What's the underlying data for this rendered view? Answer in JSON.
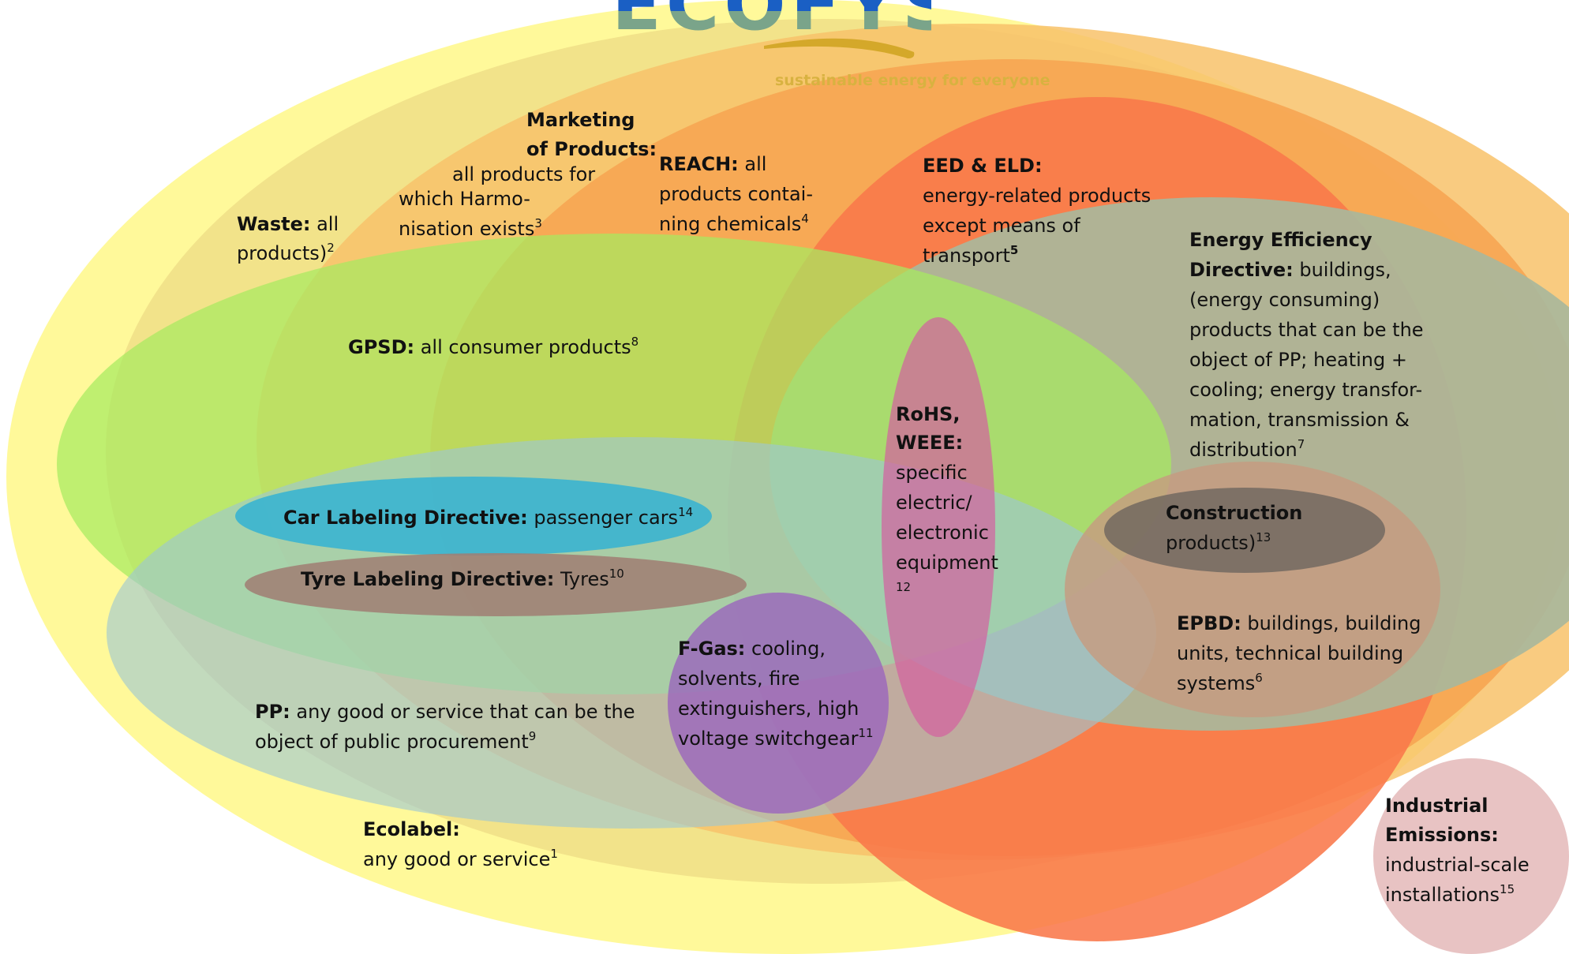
{
  "logo": {
    "name": "ECOFYS",
    "tagline": "sustainable energy for everyone",
    "colors": {
      "top": "#1a5fc4",
      "bottom": "#7aa48a",
      "swoosh": "#d4a82a",
      "tagline": "#d8b240"
    }
  },
  "regions": {
    "ecolabel": {
      "bold": "Ecolabel:",
      "lines": [
        "any good or service"
      ],
      "note": "1",
      "color": "#fff99a"
    },
    "waste": {
      "bold": "Waste:",
      "first": " all",
      "lines": [
        "products)"
      ],
      "note": "2",
      "color": "#f3e488"
    },
    "marketing": {
      "bold_lines": [
        "Marketing",
        "of Products:"
      ],
      "lines": [
        "all products for",
        "which Harmo-",
        "nisation exists"
      ],
      "note": "3",
      "color": "#f7c56c"
    },
    "reach": {
      "bold": "REACH:",
      "first": "  all",
      "lines": [
        "products contai-",
        "ning chemicals"
      ],
      "note": "4",
      "color": "#f6ac58"
    },
    "eed_eld": {
      "bold": "EED & ELD:",
      "lines": [
        "energy-related products",
        "except means of",
        "transport"
      ],
      "note": "5",
      "color": "#f8804a"
    },
    "energy_efficiency": {
      "bold_lines": [
        "Energy Efficiency",
        "Directive:"
      ],
      "first": " buildings,",
      "lines": [
        "(energy consuming)",
        "products that can be the",
        "object of PP; heating +",
        "cooling; energy transfor-",
        "mation, transmission &",
        "distribution"
      ],
      "note": "7",
      "color": "#a8b497"
    },
    "gpsd": {
      "bold": "GPSD:",
      "first": " all consumer products",
      "note": "8",
      "color": "#a6e866"
    },
    "rohs_weee": {
      "bold_lines": [
        "RoHS,",
        "WEEE:"
      ],
      "lines": [
        "specific",
        "electric/",
        "electronic",
        "equipment"
      ],
      "note": "12",
      "color": "#cf6fa0"
    },
    "car_labeling": {
      "bold": "Car Labeling Directive:",
      "first": " passenger cars",
      "note": "14",
      "color": "#38b6cf"
    },
    "tyre_labeling": {
      "bold": "Tyre Labeling Directive:",
      "first": " Tyres",
      "note": "10",
      "color": "#a38576"
    },
    "construction": {
      "bold": "Construction",
      "lines": [
        "products)"
      ],
      "note": "13",
      "color": "#7a6d64"
    },
    "epbd": {
      "bold": "EPBD:",
      "first": " buildings, building",
      "lines": [
        "units, technical building",
        "systems"
      ],
      "note": "6",
      "color": "#c19a7f"
    },
    "fgas": {
      "bold": "F-Gas:",
      "first": " cooling,",
      "lines": [
        "solvents, fire",
        "extinguishers, high",
        "voltage switchgear"
      ],
      "note": "11",
      "color": "#9e74b6"
    },
    "pp": {
      "bold": "PP:",
      "first": " any good or service that can be the",
      "lines": [
        "object of public procurement"
      ],
      "note": "9",
      "color": "#a8c4cc"
    },
    "industrial": {
      "bold_lines": [
        "Industrial",
        "Emissions:"
      ],
      "lines": [
        "industrial-scale",
        "installations"
      ],
      "note": "15",
      "color": "#e8c3c3"
    }
  }
}
